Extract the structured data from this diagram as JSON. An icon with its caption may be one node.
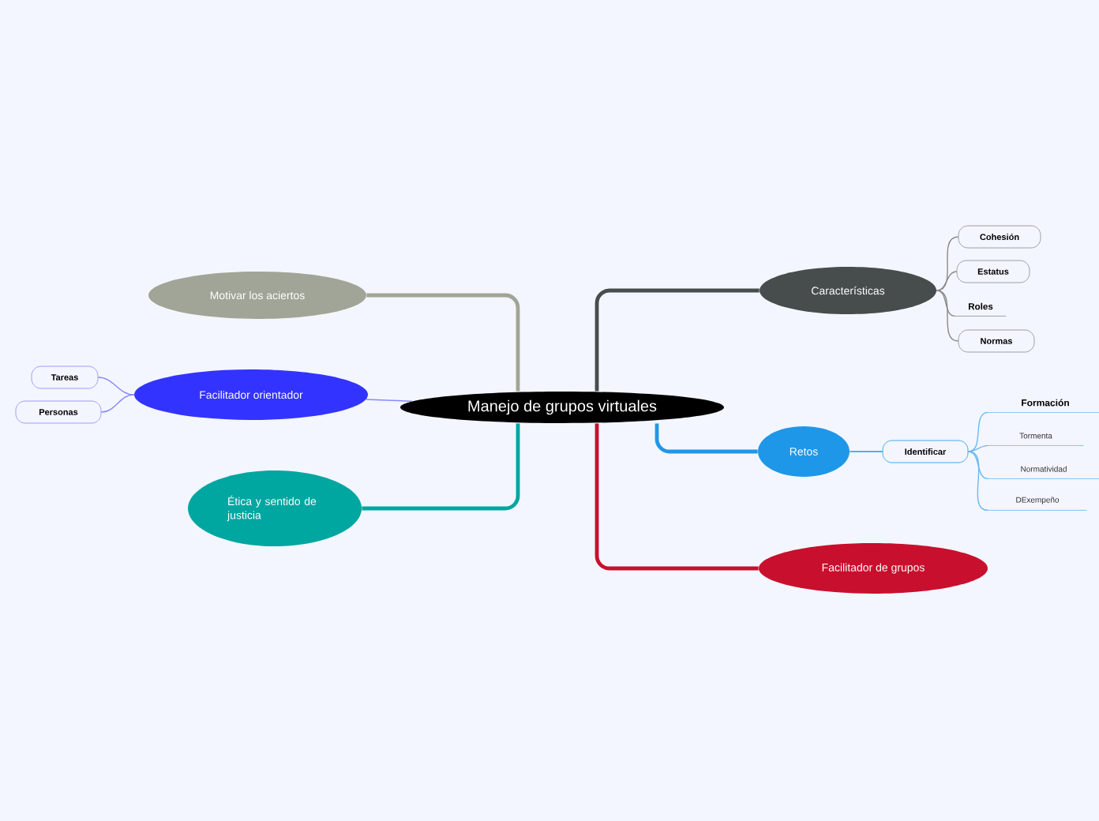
{
  "diagram": {
    "nodes": [
      {
        "text": [
          "Manejo de grupos virtuales"
        ]
      },
      {
        "text": [
          "Características"
        ]
      },
      {
        "text": [
          "Cohesión"
        ]
      },
      {
        "text": [
          "Estatus"
        ]
      },
      {
        "text": [
          "Roles"
        ]
      },
      {
        "text": [
          "Normas"
        ]
      },
      {
        "text": [
          "Retos"
        ]
      },
      {
        "text": [
          "Identificar"
        ]
      },
      {
        "text": [
          "Formación"
        ]
      },
      {
        "text": [
          "Tormenta"
        ]
      },
      {
        "text": [
          "Normatividad"
        ]
      },
      {
        "text": [
          "DExempeño"
        ]
      },
      {
        "text": [
          "Facilitador de grupos"
        ]
      },
      {
        "text": [
          "Motivar los aciertos"
        ]
      },
      {
        "text": [
          "Facilitador orientador"
        ]
      },
      {
        "text": [
          "Tareas"
        ]
      },
      {
        "text": [
          "Personas"
        ]
      },
      {
        "text": [
          "Ética y sentido de justicia"
        ]
      }
    ],
    "edges": [
      {
        "from": 0,
        "to": 1,
        "arrow": "none",
        "style": "thick",
        "color": "#474c4d"
      },
      {
        "from": 1,
        "to": 2,
        "arrow": "none",
        "color": "#8a8a8a"
      },
      {
        "from": 1,
        "to": 3,
        "arrow": "none",
        "color": "#8a8a8a"
      },
      {
        "from": 1,
        "to": 4,
        "arrow": "none",
        "color": "#8a8a8a"
      },
      {
        "from": 1,
        "to": 5,
        "arrow": "none",
        "color": "#8a8a8a"
      },
      {
        "from": 0,
        "to": 6,
        "arrow": "none",
        "style": "thick",
        "color": "#1f97e8"
      },
      {
        "from": 6,
        "to": 7,
        "arrow": "none",
        "color": "#1f97e8"
      },
      {
        "from": 7,
        "to": 8,
        "arrow": "none",
        "color": "#6ab8f0"
      },
      {
        "from": 7,
        "to": 9,
        "arrow": "none",
        "color": "#6ab8f0"
      },
      {
        "from": 7,
        "to": 10,
        "arrow": "none",
        "color": "#6ab8f0"
      },
      {
        "from": 7,
        "to": 11,
        "arrow": "none",
        "color": "#6ab8f0"
      },
      {
        "from": 0,
        "to": 12,
        "arrow": "none",
        "style": "thick",
        "color": "#c8102e"
      },
      {
        "from": 0,
        "to": 13,
        "arrow": "none",
        "style": "thick",
        "color": "#a0a597"
      },
      {
        "from": 0,
        "to": 14,
        "arrow": "none",
        "color": "#8888ff"
      },
      {
        "from": 14,
        "to": 15,
        "arrow": "none",
        "color": "#8888ff"
      },
      {
        "from": 14,
        "to": 16,
        "arrow": "none",
        "color": "#8888ff"
      },
      {
        "from": 0,
        "to": 17,
        "arrow": "none",
        "style": "thick",
        "color": "#00a6a0"
      }
    ]
  }
}
